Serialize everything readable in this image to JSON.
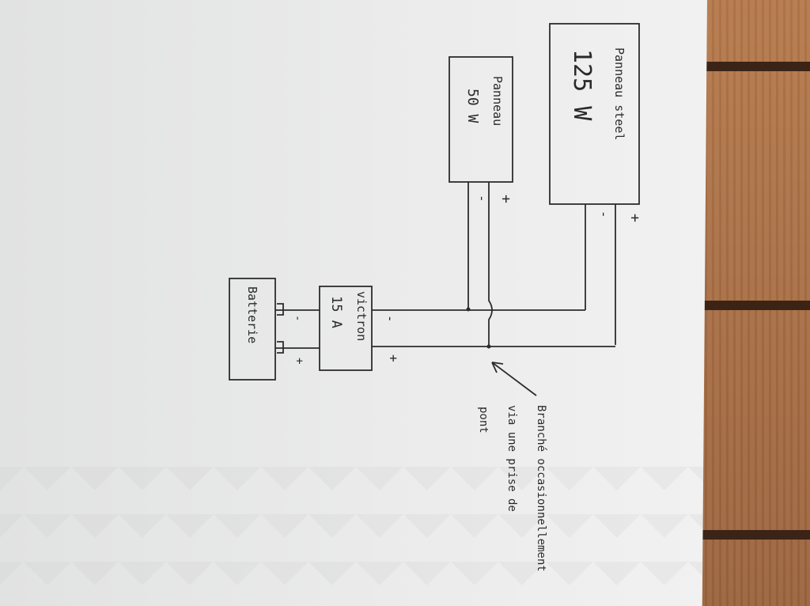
{
  "panel_large": {
    "line1": "Panneau steel",
    "line2": "125 W",
    "plus": "+",
    "minus": "-"
  },
  "panel_small": {
    "line1": "Panneau",
    "line2": "50 W",
    "plus": "+",
    "minus": "-"
  },
  "controller": {
    "line1": "victron",
    "line2": "15 A",
    "minus": "-",
    "plus": "+"
  },
  "battery": {
    "label": "Batterie",
    "minus": "-",
    "plus": "+"
  },
  "annotation": {
    "line1": "Branché occasionnellement",
    "line2": "via une prise de",
    "line3": "pont"
  }
}
